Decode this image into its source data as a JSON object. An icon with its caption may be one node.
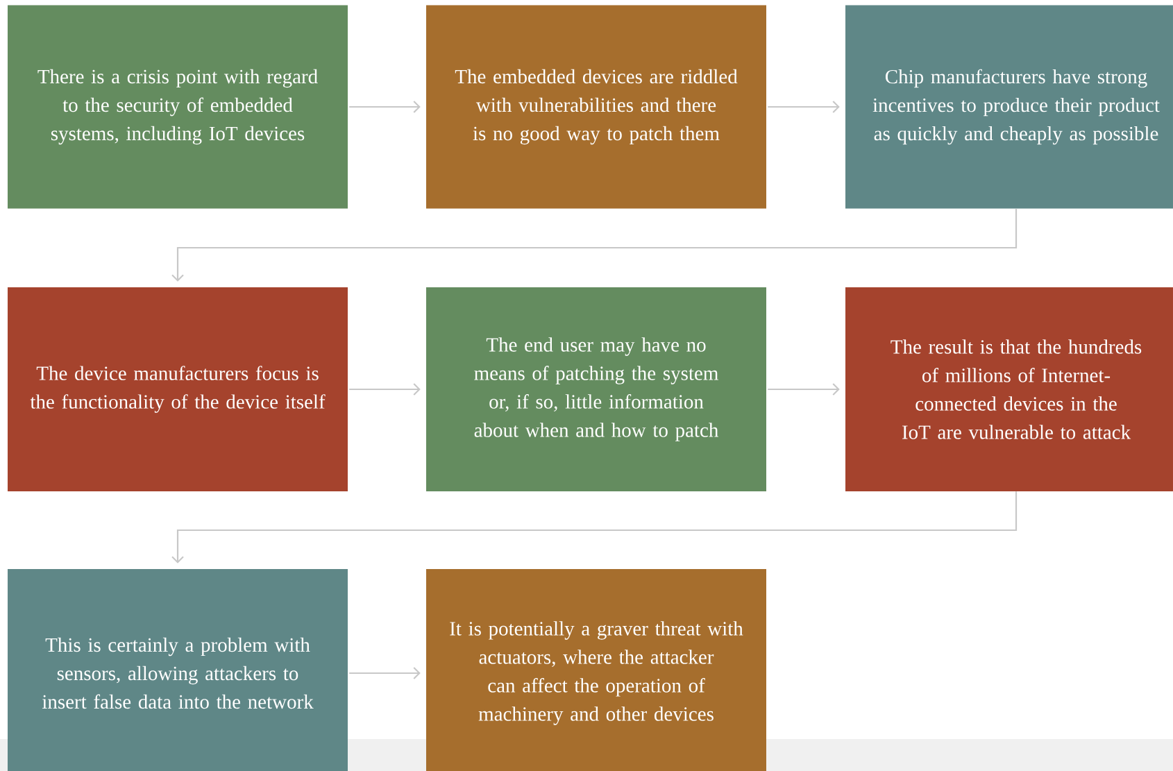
{
  "diagram": {
    "nodes": [
      {
        "text": [
          "There is a crisis point with regard to the security of embedded systems, including IoT devices"
        ]
      },
      {
        "text": [
          "The embedded devices are riddled with vulnerabilities and there is no good way to patch them"
        ]
      },
      {
        "text": [
          "Chip manufacturers have strong incentives to produce their product as quickly and cheaply as possible"
        ]
      },
      {
        "text": [
          "The device manufacturers focus is the functionality of the device itself"
        ]
      },
      {
        "text": [
          "The end user may have no means of patching the system or, if so, little information about when and how to patch"
        ]
      },
      {
        "text": [
          "The result is that the hundreds of millions of Internet-connected devices in the IoT are vulnerable to attack"
        ]
      },
      {
        "text": [
          "This is certainly a problem with sensors, allowing attackers to insert false data into the network"
        ]
      },
      {
        "text": [
          "It is potentially a graver threat with actuators, where the attacker can affect the operation of machinery and other devices"
        ]
      }
    ],
    "edges": [
      {
        "from": 0,
        "to": 1,
        "arrow": "to"
      },
      {
        "from": 1,
        "to": 2,
        "arrow": "to"
      },
      {
        "from": 2,
        "to": 3,
        "arrow": "to"
      },
      {
        "from": 3,
        "to": 4,
        "arrow": "to"
      },
      {
        "from": 4,
        "to": 5,
        "arrow": "to"
      },
      {
        "from": 5,
        "to": 6,
        "arrow": "to"
      },
      {
        "from": 6,
        "to": 7,
        "arrow": "to"
      }
    ]
  }
}
